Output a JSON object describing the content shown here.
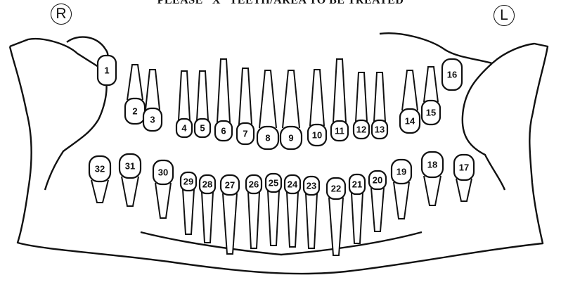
{
  "heading": "PLEASE “X” TEETH/AREA TO BE TREATED",
  "right_marker": "R",
  "left_marker": "L",
  "upper_teeth": [
    "1",
    "2",
    "3",
    "4",
    "5",
    "6",
    "7",
    "8",
    "9",
    "10",
    "11",
    "12",
    "13",
    "14",
    "15",
    "16"
  ],
  "lower_teeth": [
    "32",
    "31",
    "30",
    "29",
    "28",
    "27",
    "26",
    "25",
    "24",
    "23",
    "22",
    "21",
    "20",
    "19",
    "18",
    "17"
  ],
  "colors": {
    "line": "#111111",
    "background": "#ffffff"
  }
}
